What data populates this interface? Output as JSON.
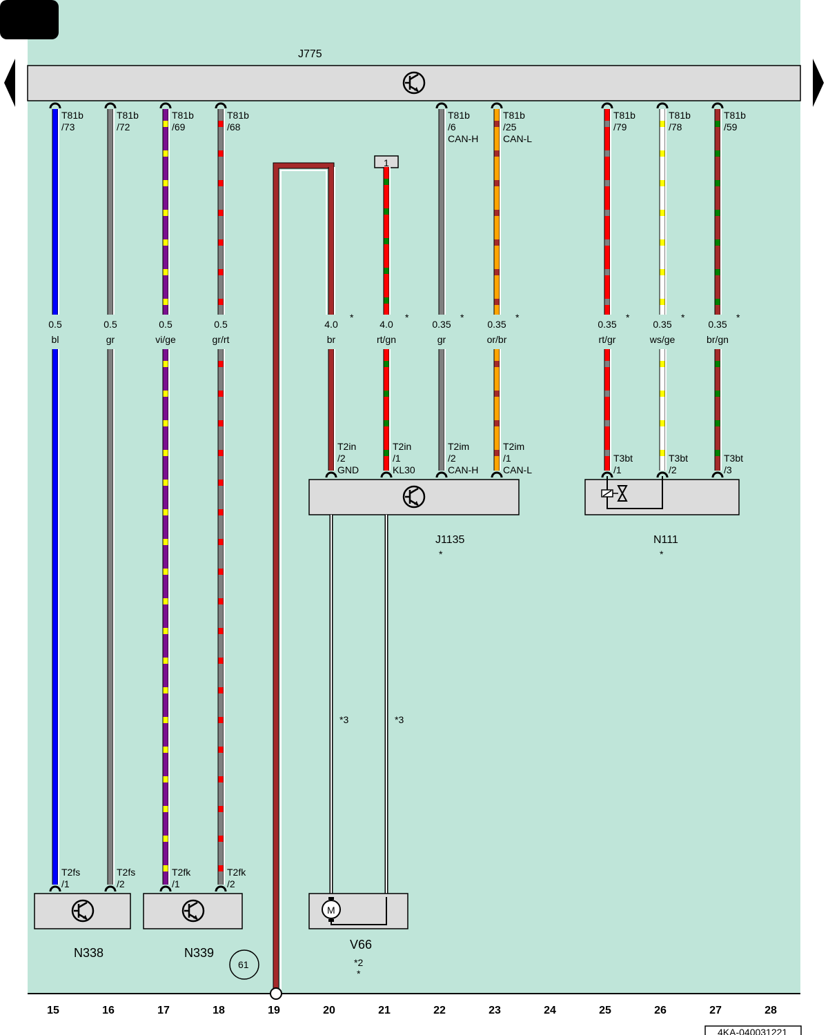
{
  "colors": {
    "background": "#bfe5d9",
    "module_fill": "#dcdcdc",
    "bl": "#0000ff",
    "gr": "#808080",
    "vi": "#7b0f8f",
    "ge": "#ffff00",
    "rt": "#ff0000",
    "br": "#a52a2a",
    "gn": "#008000",
    "or": "#ffa500",
    "ws": "#ffffff"
  },
  "top_module": {
    "label": "J775"
  },
  "wires": [
    {
      "col": 15,
      "conn1": "T81b",
      "conn2": "/73",
      "conn3": "",
      "size": "0.5",
      "color": "bl",
      "star": "",
      "end1": "T2fs",
      "end2": "/1",
      "end3": ""
    },
    {
      "col": 16,
      "conn1": "T81b",
      "conn2": "/72",
      "conn3": "",
      "size": "0.5",
      "color": "gr",
      "star": "",
      "end1": "T2fs",
      "end2": "/2",
      "end3": ""
    },
    {
      "col": 17,
      "conn1": "T81b",
      "conn2": "/69",
      "conn3": "",
      "size": "0.5",
      "color": "vi/ge",
      "star": "",
      "end1": "T2fk",
      "end2": "/1",
      "end3": ""
    },
    {
      "col": 18,
      "conn1": "T81b",
      "conn2": "/68",
      "conn3": "",
      "size": "0.5",
      "color": "gr/rt",
      "star": "",
      "end1": "T2fk",
      "end2": "/2",
      "end3": ""
    },
    {
      "col": 20,
      "conn1": "",
      "conn2": "",
      "conn3": "",
      "size": "4.0",
      "color": "br",
      "star": "*",
      "end1": "T2in",
      "end2": "/2",
      "end3": "GND"
    },
    {
      "col": 21,
      "conn1": "",
      "conn2": "",
      "conn3": "",
      "size": "4.0",
      "color": "rt/gn",
      "star": "*",
      "end1": "T2in",
      "end2": "/1",
      "end3": "KL30"
    },
    {
      "col": 22,
      "conn1": "T81b",
      "conn2": "/6",
      "conn3": "CAN-H",
      "size": "0.35",
      "color": "gr",
      "star": "*",
      "end1": "T2im",
      "end2": "/2",
      "end3": "CAN-H"
    },
    {
      "col": 23,
      "conn1": "T81b",
      "conn2": "/25",
      "conn3": "CAN-L",
      "size": "0.35",
      "color": "or/br",
      "star": "*",
      "end1": "T2im",
      "end2": "/1",
      "end3": "CAN-L"
    },
    {
      "col": 25,
      "conn1": "T81b",
      "conn2": "/79",
      "conn3": "",
      "size": "0.35",
      "color": "rt/gr",
      "star": "*",
      "end1": "T3bt",
      "end2": "/1",
      "end3": ""
    },
    {
      "col": 26,
      "conn1": "T81b",
      "conn2": "/78",
      "conn3": "",
      "size": "0.35",
      "color": "ws/ge",
      "star": "*",
      "end1": "T3bt",
      "end2": "/2",
      "end3": ""
    },
    {
      "col": 27,
      "conn1": "T81b",
      "conn2": "/59",
      "conn3": "",
      "size": "0.35",
      "color": "br/gn",
      "star": "*",
      "end1": "T3bt",
      "end2": "/3",
      "end3": ""
    }
  ],
  "fuse_label": "1",
  "modules": {
    "j1135": {
      "label": "J1135",
      "star": "*"
    },
    "n111": {
      "label": "N111",
      "star": "*"
    },
    "n338": {
      "label": "N338"
    },
    "n339": {
      "label": "N339"
    },
    "v66": {
      "label": "V66",
      "note": "*2",
      "star": "*"
    }
  },
  "motor_letter": "M",
  "motor_wire_note": "*3",
  "ground_ref": "61",
  "columns": [
    "15",
    "16",
    "17",
    "18",
    "19",
    "20",
    "21",
    "22",
    "23",
    "24",
    "25",
    "26",
    "27",
    "28"
  ],
  "doc_number": "4KA-040031221"
}
